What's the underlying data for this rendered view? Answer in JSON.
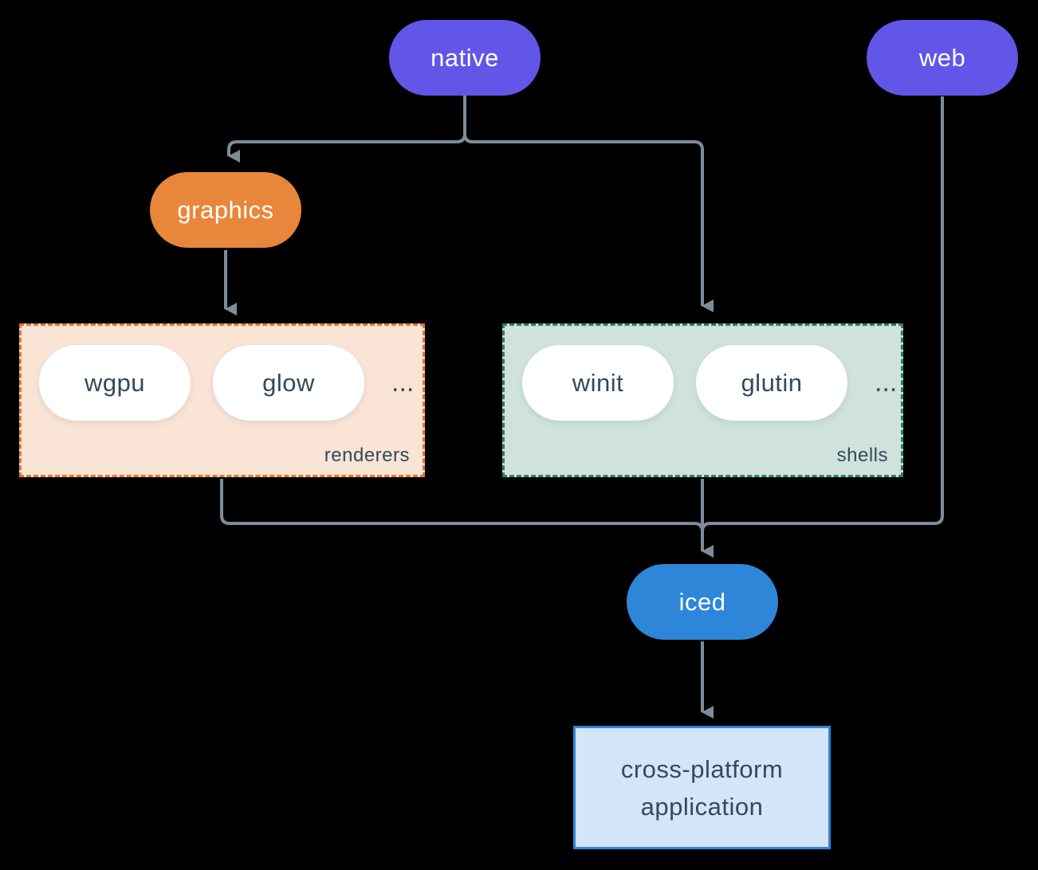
{
  "nodes": {
    "native": {
      "label": "native",
      "color": "#6256E8",
      "text_color": "#FFFFFF"
    },
    "web": {
      "label": "web",
      "color": "#6256E8",
      "text_color": "#FFFFFF"
    },
    "graphics": {
      "label": "graphics",
      "color": "#E8863C",
      "text_color": "#FFFFFF"
    },
    "iced": {
      "label": "iced",
      "color": "#2E86D8",
      "text_color": "#FFFFFF"
    },
    "application": {
      "label_line1": "cross-platform",
      "label_line2": "application",
      "fill": "#D3E5F8",
      "border": "#2E86D8",
      "text_color": "#35495C"
    }
  },
  "groups": {
    "renderers": {
      "label": "renderers",
      "fill": "#F9E4D6",
      "border": "#E0772E",
      "items": [
        "wgpu",
        "glow"
      ],
      "ellipsis": "..."
    },
    "shells": {
      "label": "shells",
      "fill": "#CFE2DC",
      "border": "#2E7D6E",
      "items": [
        "winit",
        "glutin"
      ],
      "ellipsis": "..."
    }
  },
  "edges": [
    {
      "from": "native",
      "to": "graphics"
    },
    {
      "from": "native",
      "to": "shells"
    },
    {
      "from": "graphics",
      "to": "renderers"
    },
    {
      "from": "renderers",
      "to": "iced"
    },
    {
      "from": "shells",
      "to": "iced"
    },
    {
      "from": "web",
      "to": "iced"
    },
    {
      "from": "iced",
      "to": "application"
    }
  ],
  "colors": {
    "background": "#000000",
    "connector": "#7E8C9A",
    "dark_text": "#35495C"
  }
}
